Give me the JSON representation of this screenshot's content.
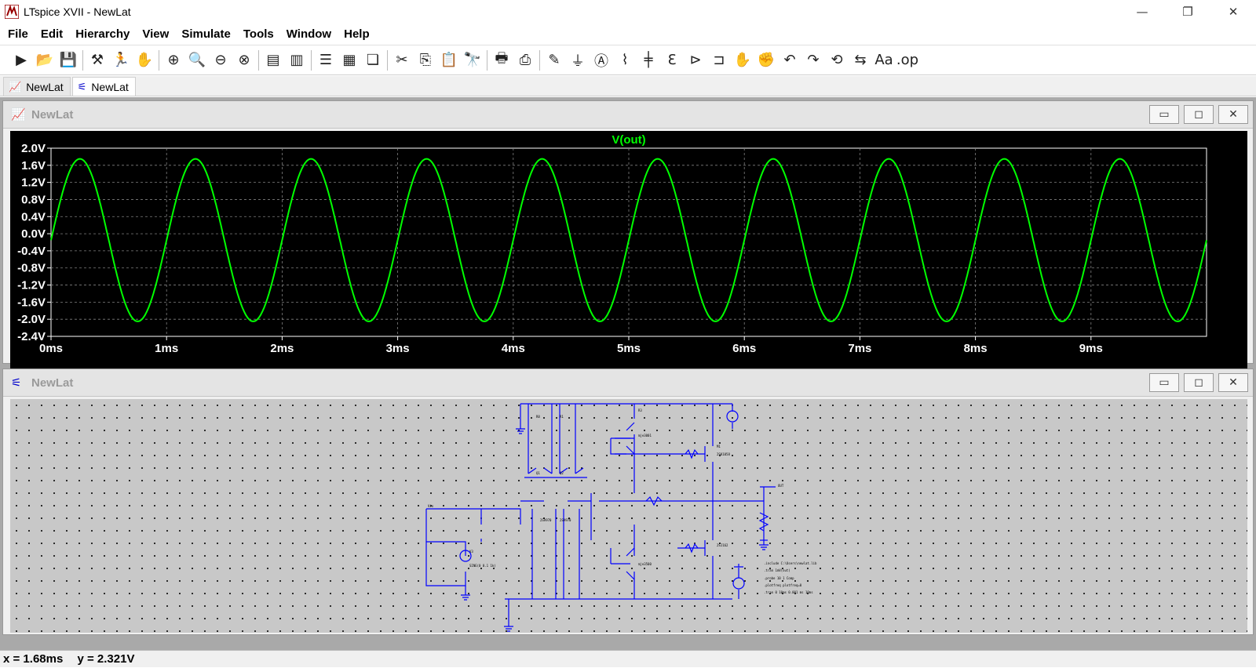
{
  "window": {
    "title": "LTspice XVII - NewLat",
    "controls": {
      "minimize": "—",
      "restore": "❐",
      "close": "✕"
    }
  },
  "menu": [
    "File",
    "Edit",
    "Hierarchy",
    "View",
    "Simulate",
    "Tools",
    "Window",
    "Help"
  ],
  "toolbar": [
    {
      "icon": "run-icon",
      "glyph": "▶"
    },
    {
      "icon": "open-icon",
      "glyph": "📂"
    },
    {
      "icon": "save-icon",
      "glyph": "💾"
    },
    {
      "sep": true
    },
    {
      "icon": "control-panel-icon",
      "glyph": "⚒"
    },
    {
      "icon": "run-sim-icon",
      "glyph": "🏃"
    },
    {
      "icon": "pan-hand-icon",
      "glyph": "✋"
    },
    {
      "sep": true
    },
    {
      "icon": "zoom-in-icon",
      "glyph": "⊕"
    },
    {
      "icon": "zoom-pan-icon",
      "glyph": "🔍"
    },
    {
      "icon": "zoom-out-icon",
      "glyph": "⊖"
    },
    {
      "icon": "zoom-cancel-icon",
      "glyph": "⊗"
    },
    {
      "sep": true
    },
    {
      "icon": "autorange-icon",
      "glyph": "▤"
    },
    {
      "icon": "fft-icon",
      "glyph": "▥"
    },
    {
      "sep": true
    },
    {
      "icon": "tile-horizontal-icon",
      "glyph": "☰"
    },
    {
      "icon": "tile-vertical-icon",
      "glyph": "▦"
    },
    {
      "icon": "cascade-icon",
      "glyph": "❏"
    },
    {
      "sep": true
    },
    {
      "icon": "cut-icon",
      "glyph": "✂"
    },
    {
      "icon": "copy-icon",
      "glyph": "⎘"
    },
    {
      "icon": "paste-icon",
      "glyph": "📋"
    },
    {
      "icon": "find-icon",
      "glyph": "🔭"
    },
    {
      "sep": true
    },
    {
      "icon": "print-icon",
      "glyph": "🖶"
    },
    {
      "icon": "print-setup-icon",
      "glyph": "⎙"
    },
    {
      "sep": true
    },
    {
      "icon": "draw-wire-icon",
      "glyph": "✎"
    },
    {
      "icon": "ground-icon",
      "glyph": "⏚"
    },
    {
      "icon": "label-net-icon",
      "glyph": "Ⓐ"
    },
    {
      "icon": "resistor-icon",
      "glyph": "⌇"
    },
    {
      "icon": "capacitor-icon",
      "glyph": "╪"
    },
    {
      "icon": "inductor-icon",
      "glyph": "Ɛ"
    },
    {
      "icon": "diode-icon",
      "glyph": "⊳"
    },
    {
      "icon": "component-icon",
      "glyph": "⊐"
    },
    {
      "icon": "move-icon",
      "glyph": "✋"
    },
    {
      "icon": "drag-icon",
      "glyph": "✊"
    },
    {
      "icon": "undo-icon",
      "glyph": "↶"
    },
    {
      "icon": "redo-icon",
      "glyph": "↷"
    },
    {
      "icon": "rotate-icon",
      "glyph": "⟲"
    },
    {
      "icon": "mirror-icon",
      "glyph": "⇆"
    },
    {
      "icon": "text-icon",
      "glyph": "Aa"
    },
    {
      "icon": "spice-directive-icon",
      "glyph": ".op"
    }
  ],
  "tabs": [
    {
      "label": "NewLat",
      "icon": "waveform-tab-icon",
      "glyph": "📈",
      "active": false
    },
    {
      "label": "NewLat",
      "icon": "schematic-tab-icon",
      "glyph": "⚟",
      "active": true
    }
  ],
  "plot_window": {
    "title": "NewLat",
    "trace_label": "V(out)",
    "colors": {
      "background": "#000000",
      "trace": "#00ff00",
      "axis": "#ffffff",
      "grid": "#808080"
    }
  },
  "schematic_window": {
    "title": "NewLat",
    "colors": {
      "background": "#c8c8c8",
      "wire": "#0000ff"
    }
  },
  "chart_data": {
    "type": "line",
    "title": "V(out)",
    "series": [
      {
        "name": "V(out)",
        "waveform": "sine",
        "amplitude": 1.9,
        "offset": -0.15,
        "frequency_hz": 1000,
        "phase_deg": 0
      }
    ],
    "xlim": [
      0,
      10
    ],
    "ylim": [
      -2.4,
      2.0
    ],
    "xticks": [
      "0ms",
      "1ms",
      "2ms",
      "3ms",
      "4ms",
      "5ms",
      "6ms",
      "7ms",
      "8ms",
      "9ms"
    ],
    "yticks": [
      "2.0V",
      "1.6V",
      "1.2V",
      "0.8V",
      "0.4V",
      "0.0V",
      "-0.4V",
      "-0.8V",
      "-1.2V",
      "-1.6V",
      "-2.0V",
      "-2.4V"
    ],
    "grid": true
  },
  "status": {
    "x": "x = 1.68ms",
    "y": "y = 2.321V"
  }
}
